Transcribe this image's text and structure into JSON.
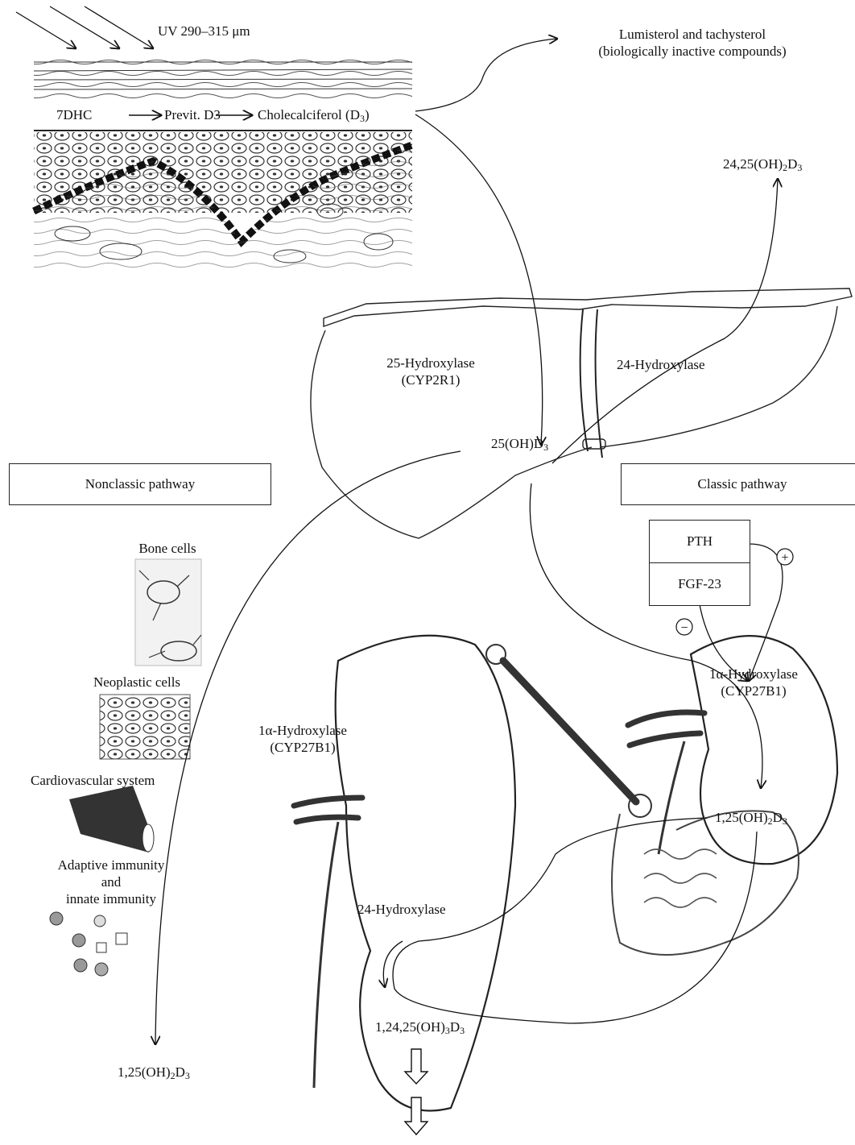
{
  "uv_label": "UV 290–315 μm",
  "skin": {
    "seq_1": "7DHC",
    "seq_2": "Previt. D3",
    "seq_3": "Cholecalciferol (D",
    "seq_3_sub": "3",
    "seq_3_tail": ")"
  },
  "inactive": {
    "line1": "Lumisterol and tachysterol",
    "line2": "(biologically inactive compounds)"
  },
  "d24_top": {
    "pre": "24,25(OH)",
    "s1": "2",
    "mid": "D",
    "s2": "3"
  },
  "liver": {
    "enzyme_25_line1": "25-Hydroxylase",
    "enzyme_25_line2": "(CYP2R1)",
    "enzyme_24": "24-Hydroxylase",
    "metabolite": {
      "pre": "25(OH)D",
      "s1": "3"
    }
  },
  "nonclassic_box": "Nonclassic pathway",
  "classic_box": "Classic pathway",
  "regulators": {
    "pth": "PTH",
    "fgf23": "FGF-23",
    "plus": "+",
    "minus": "−"
  },
  "kidney_right": {
    "enzyme_line1": "1α-Hydroxylase",
    "enzyme_line2": "(CYP27B1)",
    "product": {
      "pre": "1,25(OH)",
      "s1": "2",
      "mid": "D",
      "s2": "3"
    }
  },
  "nonclassic_enzyme": {
    "line1": "1α-Hydroxylase",
    "line2": "(CYP27B1)"
  },
  "targets": {
    "bone_cells": "Bone cells",
    "neoplastic_cells": "Neoplastic cells",
    "cardiovascular": "Cardiovascular system",
    "immunity_line1": "Adaptive immunity",
    "immunity_line2": "and",
    "immunity_line3": "innate immunity"
  },
  "kidney_bottom": {
    "enzyme": "24-Hydroxylase",
    "product": {
      "pre": "1,24,25(OH)",
      "s1": "3",
      "mid": "D",
      "s2": "3"
    }
  },
  "bottom_left_product": {
    "pre": "1,25(OH)",
    "s1": "2",
    "mid": "D",
    "s2": "3"
  }
}
